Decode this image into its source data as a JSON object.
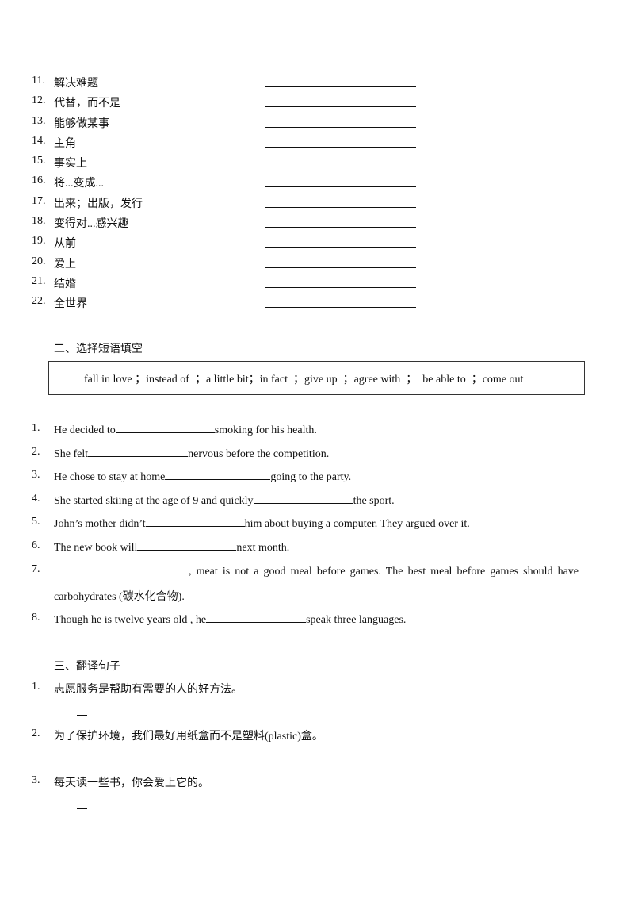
{
  "vocab": [
    {
      "num": "11.",
      "term": "解决难题"
    },
    {
      "num": "12.",
      "term": "代替，而不是"
    },
    {
      "num": "13.",
      "term": "能够做某事"
    },
    {
      "num": "14.",
      "term": "主角"
    },
    {
      "num": "15.",
      "term": "事实上"
    },
    {
      "num": "16.",
      "term": "将...变成..."
    },
    {
      "num": "17.",
      "term": "出来；出版，发行"
    },
    {
      "num": "18.",
      "term": "变得对...感兴趣"
    },
    {
      "num": "19.",
      "term": "从前"
    },
    {
      "num": "20.",
      "term": "爱上"
    },
    {
      "num": "21.",
      "term": "结婚"
    },
    {
      "num": "22.",
      "term": "全世界"
    }
  ],
  "section2": {
    "title": "二、选择短语填空",
    "word_bank": "fall in love ；instead of  ；a little bit；in fact  ；give up  ；agree with  ；  be able to  ；come out"
  },
  "questions": [
    {
      "num": "1.",
      "before": "He decided to",
      "after": "smoking for his health."
    },
    {
      "num": "2.",
      "before": "She felt",
      "after": "nervous before the  competition."
    },
    {
      "num": "3.",
      "before": "He chose to stay at home",
      "after": "going to the party."
    },
    {
      "num": "4.",
      "before": "She started skiing at the age of 9 and quickly",
      "after": "the sport."
    },
    {
      "num": "5.",
      "before": "John’s mother didn’t",
      "after": "him about buying a computer. They argued over it."
    },
    {
      "num": "6.",
      "before": "The new book will",
      "after": "next month."
    },
    {
      "num": "7.",
      "line1": ", meat is not a good meal before games. The best meal before games should have",
      "line2": "carbohydrates (碳水化合物)."
    },
    {
      "num": "8.",
      "before": "Though he is twelve years old , he",
      "after": "speak three languages."
    }
  ],
  "section3": {
    "title": "三、翻译句子",
    "items": [
      {
        "num": "1.",
        "text": "志愿服务是帮助有需要的人的好方法。"
      },
      {
        "num": "2.",
        "text": "为了保护环境，我们最好用纸盒而不是塑料(plastic)盒。"
      },
      {
        "num": "3.",
        "text": "每天读一些书，你会爱上它的。"
      }
    ]
  }
}
